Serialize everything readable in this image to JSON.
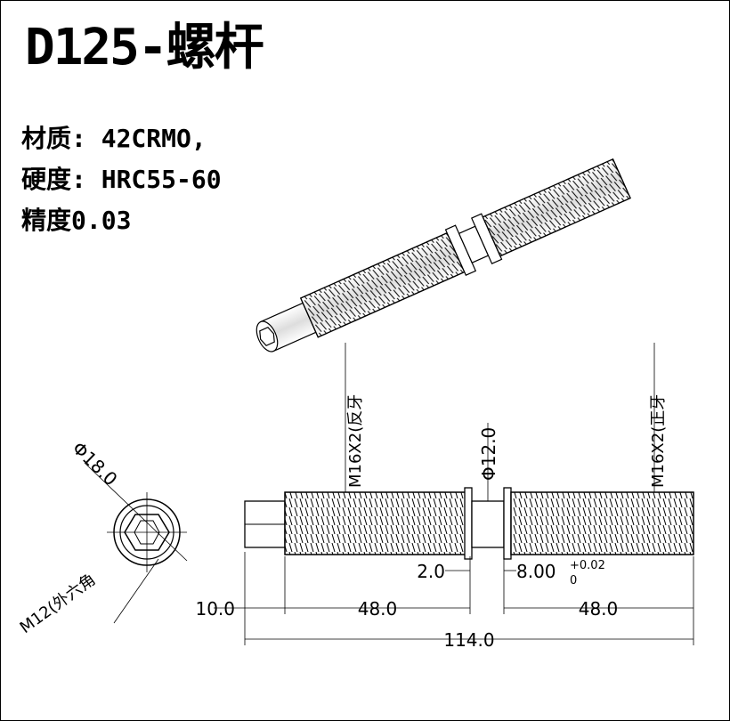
{
  "title": "D125-螺杆",
  "specs": {
    "material": "材质: 42CRMO,",
    "hardness": "硬度: HRC55-60",
    "precision": "精度0.03"
  },
  "dimensions": {
    "hex_dia": "Φ18.0",
    "hex_size": "M12(外六角",
    "thread_left": "M16X2(反牙",
    "thread_right": "M16X2(正牙",
    "neck_dia": "Φ12.0",
    "collar": "2.0",
    "neck_len": "8.00",
    "tol_upper": "+0.02",
    "tol_lower": "0",
    "head_len": "10.0",
    "left_len": "48.0",
    "right_len": "48.0",
    "total_len": "114.0"
  }
}
